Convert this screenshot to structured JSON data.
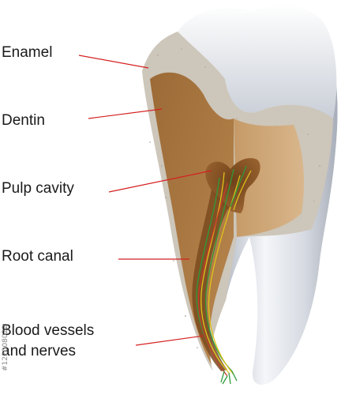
{
  "labels": {
    "enamel": "Enamel",
    "dentin": "Dentin",
    "pulp_cavity": "Pulp cavity",
    "root_canal": "Root canal",
    "blood_vessels_line1": "Blood vessels",
    "blood_vessels_line2": "and nerves"
  },
  "stock_id": "#122008022",
  "colors": {
    "leader_line": "#d42020",
    "enamel_cut": "#cdc6ba",
    "dentin": "#a9773f",
    "pulp": "#8a5524",
    "tooth_surface": "#e8ebf0",
    "vessel_green": "#2f9a3a",
    "vessel_yellow": "#e0c21a",
    "vessel_red": "#c73a2a"
  }
}
